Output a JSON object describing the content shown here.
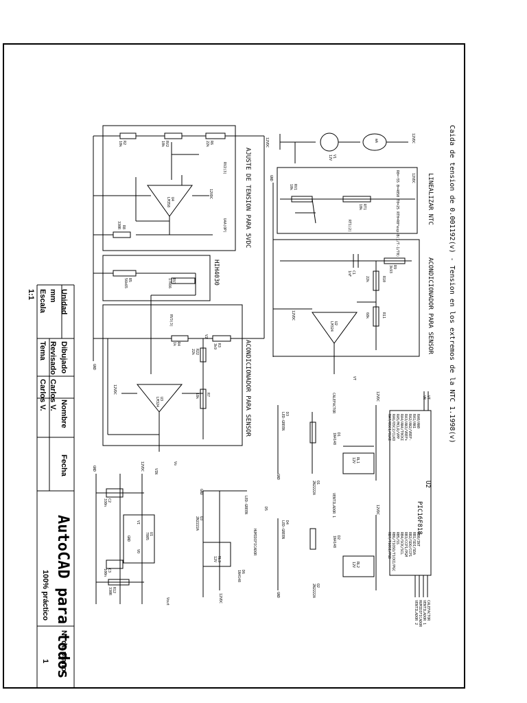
{
  "title_block": {
    "unidad_label": "Unidad",
    "unidad_value": "mm",
    "escala_label": "Escala",
    "escala_value": "1:1",
    "dibujado_label": "Dibujado",
    "revisado_label": "Revisado",
    "tema_label": "Tema",
    "nombre_label": "Nombre",
    "dibujado_nombre": "Carlos V.",
    "revisado_nombre": "Carlos V.",
    "fecha_label": "Fecha",
    "project_title": "AutoCAD para todos",
    "project_subtitle": "100% práctico",
    "plano_label": "Nº de plano",
    "plano_value": "1"
  },
  "header_note": "Caida de tension de 0.001192(v) - Tension en los extremos de la NTC 1.1998(v)",
  "blocks": {
    "ajuste": "AJUSTE DE TENSION PARA 5VDC",
    "hih": "HIH4030",
    "acond_left": "ACONDICIONADOR PARA SENSOR",
    "linealizar": "LINEALIZAR NTC",
    "acond_right": "ACONDICIONADOR PARA SENSOR"
  },
  "components": {
    "r2": "R2",
    "r2v": "10k",
    "rv2": "RV2",
    "rv2v": "10k",
    "r6": "R6",
    "r6v": "22k",
    "rv2net": "RV2(3)",
    "u4": "U4",
    "u4t": "LM358",
    "r8": "R8",
    "r8v": "330R",
    "u4out": "U4A(OP)",
    "r5": "R5",
    "r5v": "56k65",
    "rv3": "RV3",
    "rv3v": "17k66",
    "rv3net": "RV3(3)",
    "r4": "R4",
    "r4v": "1k",
    "r3": "R3",
    "r3v": "3k9",
    "r22": "R22",
    "r22v": "22k",
    "r7": "R7",
    "r7v": "18k",
    "u3": "U3",
    "u3t": "LM324",
    "v2": "V2",
    "vin": "VIN",
    "vo": "Vo",
    "meter": "mA",
    "v1": "V1",
    "v1v": "12V",
    "rt1": "RT1",
    "rt1v": "10k",
    "rv1": "RV1",
    "rv1v": "10k",
    "rt1net": "RT1(2)",
    "ntc_spec": "R0=~55 B=4050 T0=25 RTH=R0*exp(B(1/T-1/T0))",
    "c1": "C1",
    "c1v": "1nF",
    "r9": "R9",
    "r9v": "3k93",
    "r10": "R10",
    "r10v": "22k",
    "r11": "R11",
    "r11v": "68k",
    "u2b": "U2",
    "u2bt": "LM324",
    "vt": "VT",
    "v_out": "Vout",
    "u1": "U1",
    "u1t": "7805",
    "c2": "C2",
    "c2v": "330n",
    "c3": "C3",
    "c3v": "100n",
    "r12": "R12",
    "r12v": "330R",
    "vi": "VI",
    "vo2": "VO",
    "gnd_pin": "GND",
    "d3": "D3",
    "d3t": "LED-GREEN",
    "d1": "D1",
    "d1t": "1N4148",
    "rl1": "RL1",
    "rl1v": "12V",
    "q1": "Q1",
    "q1t": "2N2222A",
    "calefactor": "CALEFACTOR",
    "d4": "D4",
    "d4t": "LED-GREEN",
    "d2": "D2",
    "d2t": "1N4148",
    "rl2": "RL2",
    "rl2v": "12V",
    "q2": "Q2",
    "q2t": "2N2222A",
    "vent1": "VENTILADOR 1",
    "d5": "D5",
    "d5t": "LED-GREEN",
    "d6": "D6",
    "d6t": "1N4148",
    "rl3": "RL3",
    "rl3v": "12V",
    "q3": "Q3",
    "q3t": "2N2222A",
    "humid": "HUMIDIFICADOR",
    "mcu": "U2",
    "mcut": "PIC16F818",
    "vt_in": "VT",
    "vr_in": "VR",
    "mcu_left": [
      "RA0/AN0",
      "RA1/AN1",
      "RA2/AN2/VREF-",
      "RA3/AN3/VREF+",
      "RA4/AN4/T0CKI",
      "RA5/MCLR/VPP",
      "RA6/OSC2/CLKO",
      "RA7/OSC1/CLKI"
    ],
    "mcu_right": [
      "RB0/INT",
      "RB1/SDI/SDA",
      "RB2/SDO/CCP1",
      "RB3/CCP1/PGM",
      "RB4/SCK/SCL",
      "RB5/SS",
      "RB6/T1OSO/T1CKI/PGC",
      "RB7/T1OSI/PGD"
    ],
    "out_labels": [
      "CALEFACTOR",
      "VENTILADOR 1",
      "HUMIDIFICADOR",
      "VENTILADOR 2"
    ]
  },
  "net_labels": {
    "v12": "12VDC",
    "gnd": "GND"
  }
}
